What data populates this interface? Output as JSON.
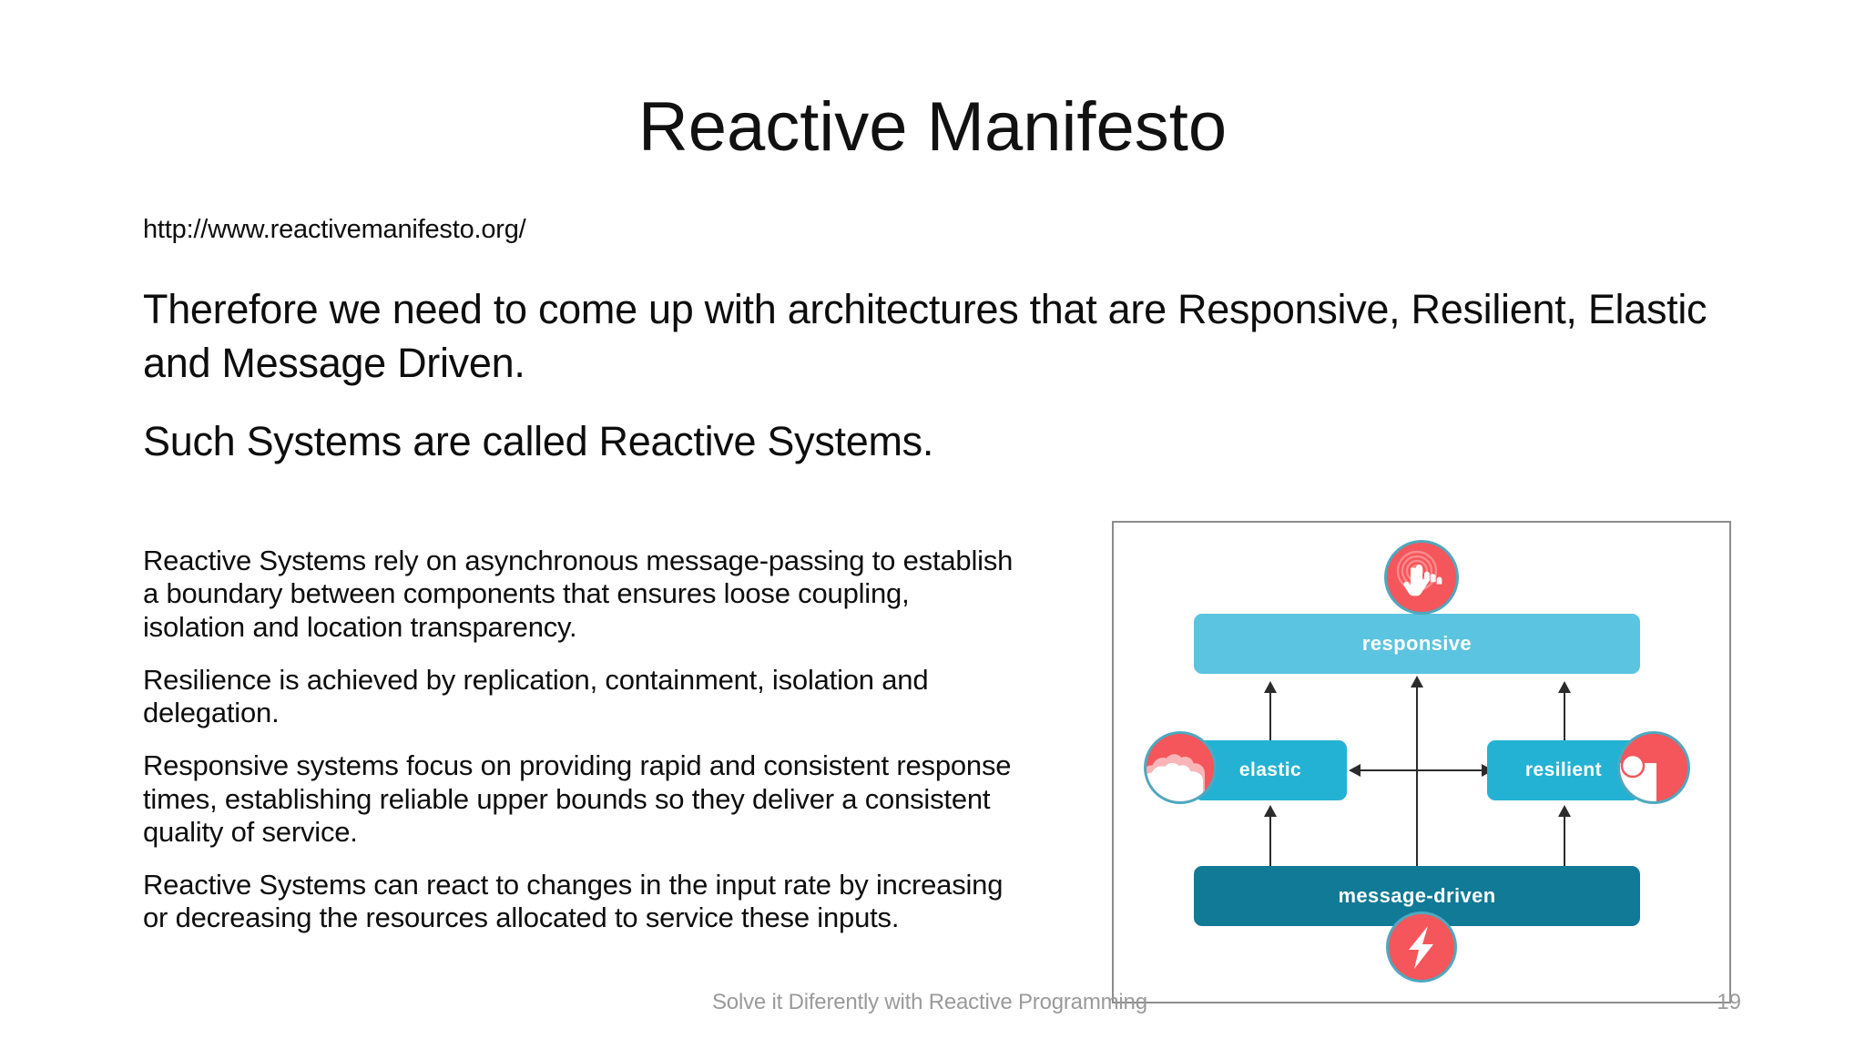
{
  "slide": {
    "title": "Reactive Manifesto",
    "url": "http://www.reactivemanifesto.org/",
    "lead": [
      "Therefore we need to come up with architectures that are Responsive, Resilient, Elastic and Message Driven.",
      "Such Systems are called Reactive Systems."
    ],
    "body_paragraphs": [
      "Reactive Systems rely on asynchronous message-passing to establish a boundary between components that ensures loose coupling, isolation and location transparency.",
      "Resilience is achieved by replication, containment, isolation and delegation.",
      "Responsive systems focus on providing rapid and consistent response times, establishing reliable upper bounds so they deliver a consistent quality of service.",
      "Reactive Systems can react to changes in the input rate by increasing or decreasing the resources allocated to service these inputs."
    ],
    "footer": {
      "text": "Solve it Diferently with Reactive Programming",
      "page_number": "19"
    }
  },
  "diagram": {
    "bars": [
      {
        "id": "responsive",
        "label": "responsive",
        "color": "#5BC4E0"
      },
      {
        "id": "elastic",
        "label": "elastic",
        "color": "#23B2D4"
      },
      {
        "id": "resilient",
        "label": "resilient",
        "color": "#23B2D4"
      },
      {
        "id": "message-driven",
        "label": "message-driven",
        "color": "#117A96"
      }
    ],
    "icons": [
      {
        "id": "touch",
        "name": "touch-ripple-icon",
        "color": "#F4565B"
      },
      {
        "id": "elastic",
        "name": "cloud-icon",
        "color": "#F4565B"
      },
      {
        "id": "resilient",
        "name": "shield-circle-icon",
        "color": "#F4565B"
      },
      {
        "id": "bolt",
        "name": "lightning-bolt-icon",
        "color": "#F4565B"
      }
    ],
    "colors": {
      "accent_red": "#F4565B",
      "light_blue": "#5BC4E0",
      "mid_blue": "#23B2D4",
      "dark_teal": "#117A96",
      "arrow": "#2b2b2b",
      "frame_border": "#8c8c8c"
    }
  }
}
